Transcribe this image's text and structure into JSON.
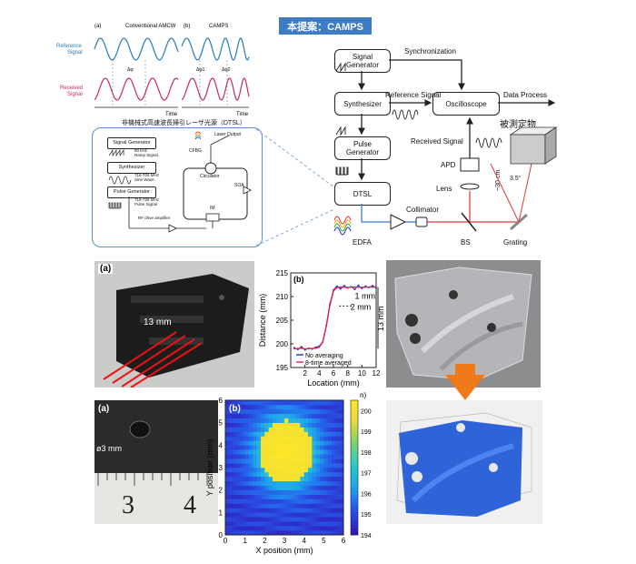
{
  "banner": "本提案：CAMPS",
  "wave_panel": {
    "label_a": "(a)",
    "title_a": "Conventional AMCW",
    "label_b": "(b)",
    "title_b": "CAMPS",
    "reference_signal": "Reference\nSignal",
    "received_signal": "Received\nSignal",
    "time": "Time",
    "dphi": "Δφ",
    "dphi1": "Δφ1",
    "dphi2": "Δφ2"
  },
  "dtsl_panel": {
    "title": "非機械式高速波長掃引レーザ光源（DTSL）",
    "signal_generator": "Signal Generator",
    "ramp": "50 kHz\nRamp Signal",
    "synthesizer": "Synthesizer",
    "sine": "716-726 MHz\nSine Wave",
    "pulse_generator": "Pulse Generator",
    "pulse": "716-726 MHz\nPulse Signal",
    "rf_amp": "RF drive amplifier",
    "laser_output": "Laser Output",
    "cfbg": "CFBG",
    "circulator": "Circulator",
    "soa": "SOA",
    "im": "IM"
  },
  "system": {
    "signal_generator": "Signal\nGenerator",
    "synchronization": "Synchronization",
    "synthesizer": "Synthesizer",
    "reference_signal": "Reference Signal",
    "oscilloscope": "Oscilloscope",
    "data_process": "Data Process",
    "pulse_generator": "Pulse\nGenerator",
    "received_signal": "Received Signal",
    "dtsl": "DTSL",
    "apd": "APD",
    "lens": "Lens",
    "collimator": "Collimator",
    "edfa": "EDFA",
    "bs": "BS",
    "grating": "Grating",
    "target": "被測定物",
    "distance": "~30 cm",
    "angle": "3.5°"
  },
  "photo_a": {
    "label": "(a)",
    "dim": "13 mm"
  },
  "photo_b": {
    "label": "(a)",
    "dim": "ø3 mm",
    "ruler_3": "3",
    "ruler_4": "4"
  },
  "chart_data": [
    {
      "type": "line",
      "title": "",
      "panel_label": "(b)",
      "xlabel": "Location (mm)",
      "ylabel": "Distance (mm)",
      "xlim": [
        0,
        12
      ],
      "ylim": [
        195,
        215
      ],
      "x_ticks": [
        "2",
        "4",
        "6",
        "8",
        "10",
        "12"
      ],
      "y_ticks": [
        "195",
        "200",
        "205",
        "210",
        "215"
      ],
      "series": [
        {
          "name": "No averaging",
          "color": "#2233cc",
          "x": [
            0.5,
            1,
            1.5,
            2,
            2.5,
            3,
            3.5,
            4,
            4.5,
            5,
            5.5,
            6,
            6.5,
            7,
            7.5,
            8,
            8.5,
            9,
            9.5,
            10,
            10.5,
            11,
            11.5,
            12
          ],
          "y": [
            199.2,
            198.8,
            199.4,
            198.7,
            199.1,
            198.9,
            199.3,
            199.5,
            200.5,
            204,
            208.5,
            211.4,
            212.2,
            211.6,
            212.3,
            211.8,
            212.1,
            211.5,
            212.4,
            211.7,
            212.2,
            211.9,
            212.3,
            211.8
          ]
        },
        {
          "name": "8-time averaged",
          "color": "#dd2255",
          "x": [
            0.5,
            1,
            1.5,
            2,
            2.5,
            3,
            3.5,
            4,
            4.5,
            5,
            5.5,
            6,
            6.5,
            7,
            7.5,
            8,
            8.5,
            9,
            9.5,
            10,
            10.5,
            11,
            11.5,
            12
          ],
          "y": [
            199.0,
            199.0,
            199.1,
            198.9,
            199.0,
            199.0,
            199.1,
            199.3,
            200.4,
            203.8,
            208.2,
            211.2,
            211.9,
            212.0,
            212.0,
            211.9,
            212.0,
            212.0,
            212.0,
            211.9,
            212.0,
            212.0,
            212.0,
            212.0
          ]
        }
      ],
      "annotations": [
        "1 mm",
        "2 mm",
        "13 mm"
      ]
    },
    {
      "type": "heatmap",
      "panel_label": "(b)",
      "xlabel": "X position (mm)",
      "ylabel": "Y position (mm)",
      "xlim": [
        0,
        6
      ],
      "ylim": [
        0,
        6
      ],
      "x_ticks": [
        "0",
        "1",
        "2",
        "3",
        "4",
        "5",
        "6"
      ],
      "y_ticks": [
        "0",
        "1",
        "2",
        "3",
        "4",
        "5",
        "6"
      ],
      "colorbar_ticks": [
        "194",
        "195",
        "196",
        "197",
        "198",
        "199",
        "200"
      ],
      "colorbar_label": "n)",
      "center": [
        3.1,
        3.7
      ],
      "radius": 1.4,
      "peak": 200.5,
      "base": 194.6
    }
  ],
  "photo_top_right": {
    "description_hidden": ""
  },
  "photo_bottom_right": {}
}
